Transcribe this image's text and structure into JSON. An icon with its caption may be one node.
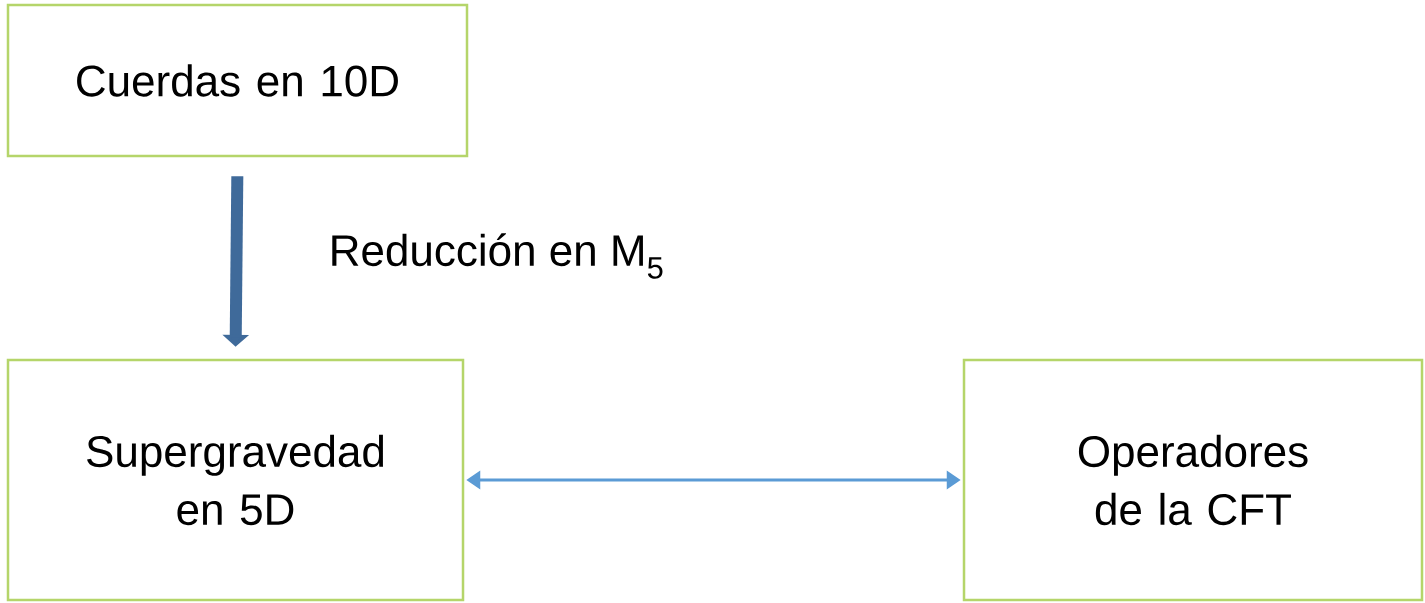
{
  "diagram": {
    "nodes": [
      {
        "text": [
          "Cuerdas en 10D"
        ]
      },
      {
        "text": [
          "Supergravedad en 5D"
        ]
      },
      {
        "text": [
          "Operadores de la CFT"
        ]
      }
    ],
    "edges": [
      {
        "from": 0,
        "to": 1,
        "arrow": "to",
        "label": "Reducción en M$_{5}$",
        "style": "thick",
        "color": "#3f6a9a"
      },
      {
        "from": 1,
        "to": 2,
        "arrow": "both",
        "color": "#5b9bd5"
      }
    ]
  }
}
